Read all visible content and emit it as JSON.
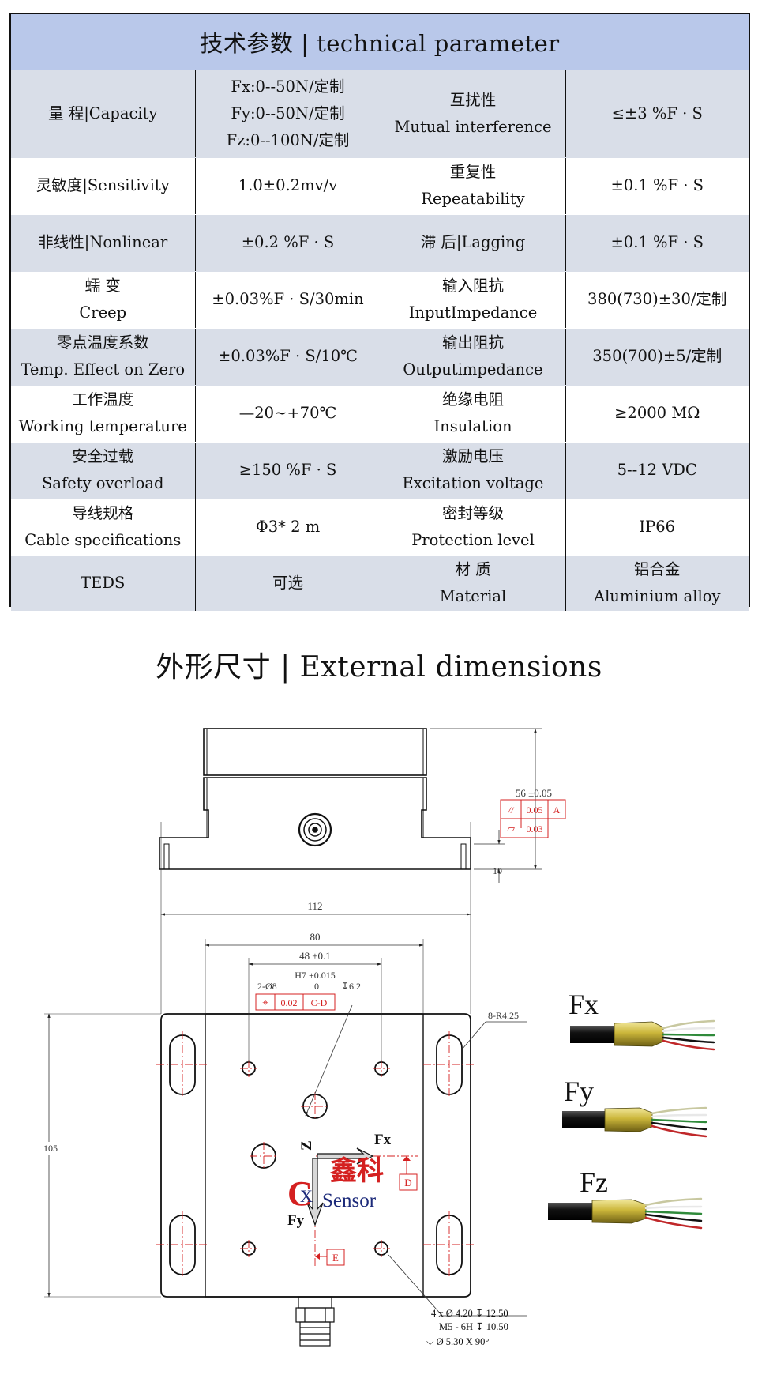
{
  "table": {
    "title": "技术参数 | technical parameter",
    "rows": [
      [
        [
          "量  程|Capacity"
        ],
        [
          "Fx:0--50N/定制",
          "Fy:0--50N/定制",
          "Fz:0--100N/定制"
        ],
        [
          "互扰性",
          "Mutual interference"
        ],
        [
          "≤±3 %F · S"
        ]
      ],
      [
        [
          "灵敏度|Sensitivity"
        ],
        [
          "1.0±0.2mv/v"
        ],
        [
          "重复性",
          "Repeatability"
        ],
        [
          "±0.1 %F · S"
        ]
      ],
      [
        [
          "非线性|Nonlinear"
        ],
        [
          "±0.2 %F · S"
        ],
        [
          "滞  后|Lagging"
        ],
        [
          "±0.1 %F · S"
        ]
      ],
      [
        [
          "蠕  变",
          "Creep"
        ],
        [
          "±0.03%F · S/30min"
        ],
        [
          "输入阻抗",
          "InputImpedance"
        ],
        [
          "380(730)±30/定制"
        ]
      ],
      [
        [
          "零点温度系数",
          "Temp. Effect on Zero"
        ],
        [
          "±0.03%F · S/10℃"
        ],
        [
          "输出阻抗",
          "Outputimpedance"
        ],
        [
          "350(700)±5/定制"
        ]
      ],
      [
        [
          "工作温度",
          "Working temperature"
        ],
        [
          "—20~+70℃"
        ],
        [
          "绝缘电阻",
          "Insulation"
        ],
        [
          "≥2000 MΩ"
        ]
      ],
      [
        [
          "安全过载",
          "Safety overload"
        ],
        [
          "≥150 %F · S"
        ],
        [
          "激励电压",
          "Excitation voltage"
        ],
        [
          "5--12 VDC"
        ]
      ],
      [
        [
          "导线规格",
          "Cable specifications"
        ],
        [
          "Φ3* 2 m"
        ],
        [
          "密封等级",
          "Protection level"
        ],
        [
          "IP66"
        ]
      ],
      [
        [
          "TEDS"
        ],
        [
          "可选"
        ],
        [
          "材  质",
          "Material"
        ],
        [
          "铝合金",
          "Aluminium alloy"
        ]
      ]
    ]
  },
  "dimensions_title": "外形尺寸 | External dimensions",
  "drawing": {
    "dim_height": "56 ±0.05",
    "tol_parallel_sym": "//",
    "tol_parallel_val": "0.05",
    "tol_parallel_ref": "A",
    "tol_flat_sym": "▱",
    "tol_flat_val": "0.03",
    "dim_base": "10",
    "dim_width": "112",
    "dim_inner": "80",
    "dim_holes": "48 ±0.1",
    "pin_tol_upper": "H7 +0.015",
    "pin_holes": "2-Ø8",
    "pin_tol_lower": "0",
    "pin_depth": "↧6.2",
    "pos_sym": "⌖",
    "pos_val": "0.02",
    "pos_ref": "C-D",
    "dim_radius": "8-R4.25",
    "dim_height_plan": "105",
    "datum_d": "D",
    "datum_e": "E",
    "thread_1": "4 x Ø 4.20 ↧ 12.50",
    "thread_2": "M5 - 6H ↧ 10.50",
    "thread_3": "⌵ Ø 5.30 X 90°",
    "axis_fx": "Fx",
    "axis_fy": "Fy",
    "axis_z": "Z",
    "logo_cn": "鑫科",
    "logo_en": "Sensor",
    "logo_letter": "C",
    "logo_x": "X",
    "cable_fx": "Fx",
    "cable_fy": "Fy",
    "cable_fz": "Fz"
  }
}
